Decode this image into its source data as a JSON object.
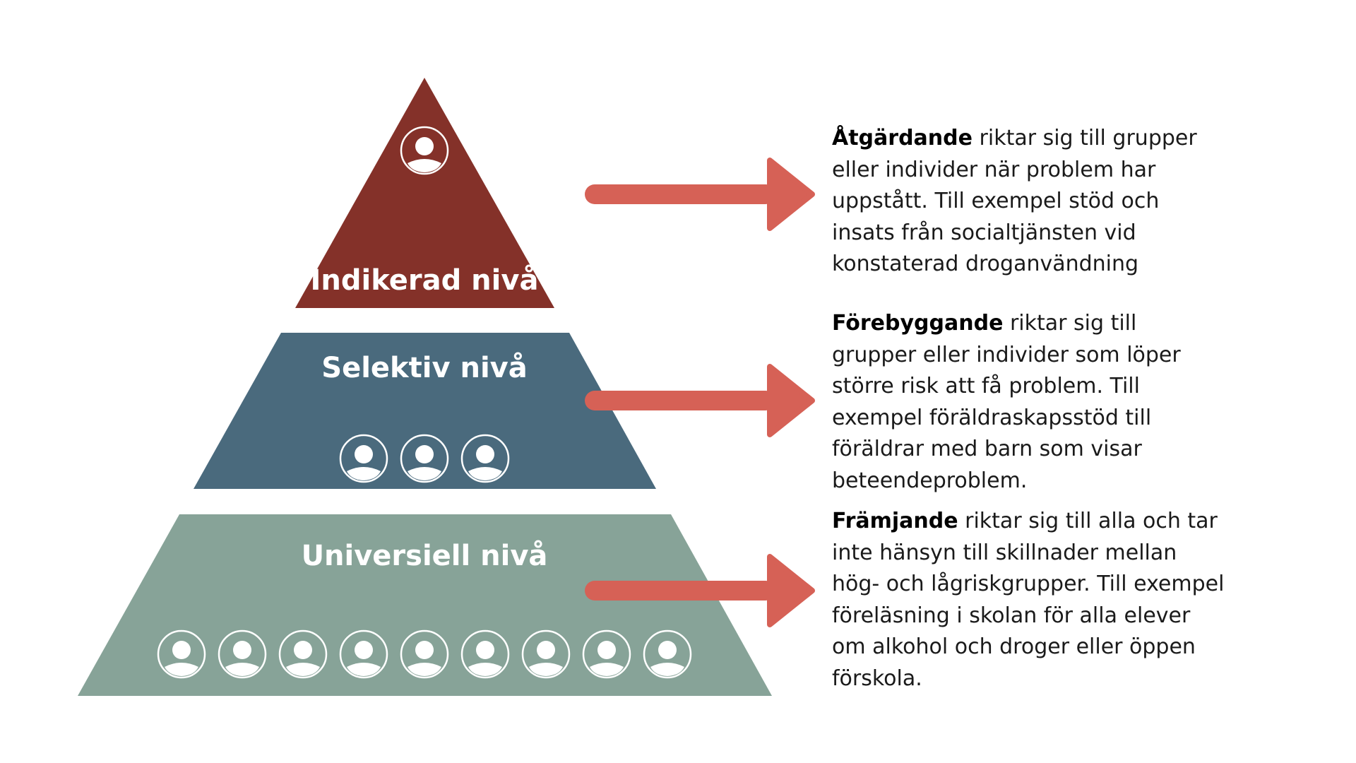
{
  "colors": {
    "indicated": "#843129",
    "selective": "#4a6a7d",
    "universal": "#87a398",
    "arrow": "#d66156",
    "icon": "#ffffff",
    "text": "#1a1a1a"
  },
  "pyramid": {
    "levels": [
      {
        "key": "indicated",
        "label": "Indikerad nivå",
        "people_count": 1
      },
      {
        "key": "selective",
        "label": "Selektiv nivå",
        "people_count": 3
      },
      {
        "key": "universal",
        "label": "Universiell nivå",
        "people_count": 9
      }
    ]
  },
  "descriptions": [
    {
      "term": "Åtgärdande",
      "text": " riktar sig till grupper eller individer när problem har uppstått. Till exempel stöd och insats från socialtjänsten vid konstaterad droganvändning"
    },
    {
      "term": "Förebyggande",
      "text": " riktar sig till grupper eller individer som löper större risk att få problem. Till exempel föräldraskapsstöd till föräldrar med barn som visar beteendeproblem."
    },
    {
      "term": "Främjande",
      "text": " riktar sig till alla och tar inte hänsyn till skillnader mellan hög- och lågriskgrupper. Till exempel föreläsning i skolan för alla elever om alkohol och droger eller öppen förskola."
    }
  ],
  "icons": {
    "person": "person-icon",
    "arrow": "arrow-right-icon"
  }
}
